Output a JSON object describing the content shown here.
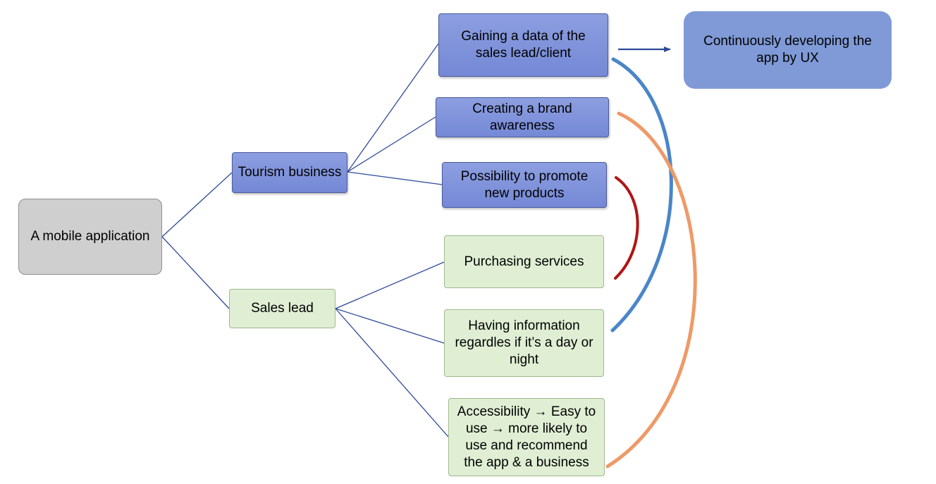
{
  "colors": {
    "root_fill": "#cfcfcf",
    "tourism_fill": "#7f91dc",
    "sales_fill": "#e0efd4",
    "result_fill": "#7f9ad7",
    "connector": "#2f4a9a",
    "arc_blue": "#4a86c8",
    "arc_orange": "#ee9a68",
    "arc_red": "#b01515"
  },
  "nodes": {
    "root": "A mobile application",
    "tourism": "Tourism business",
    "sales": "Sales lead",
    "gaining": "Gaining a data of the\nsales lead/client",
    "brand": "Creating a brand\nawareness",
    "promote": "Possibility to promote\nnew products",
    "purchasing": "Purchasing services",
    "info": "Having information\nregardles if it’s a day or\nnight",
    "access": "Accessibility → Easy to\nuse → more likely to\nuse and recommend\nthe app & a business",
    "result": "Continuously developing the\napp by UX"
  }
}
